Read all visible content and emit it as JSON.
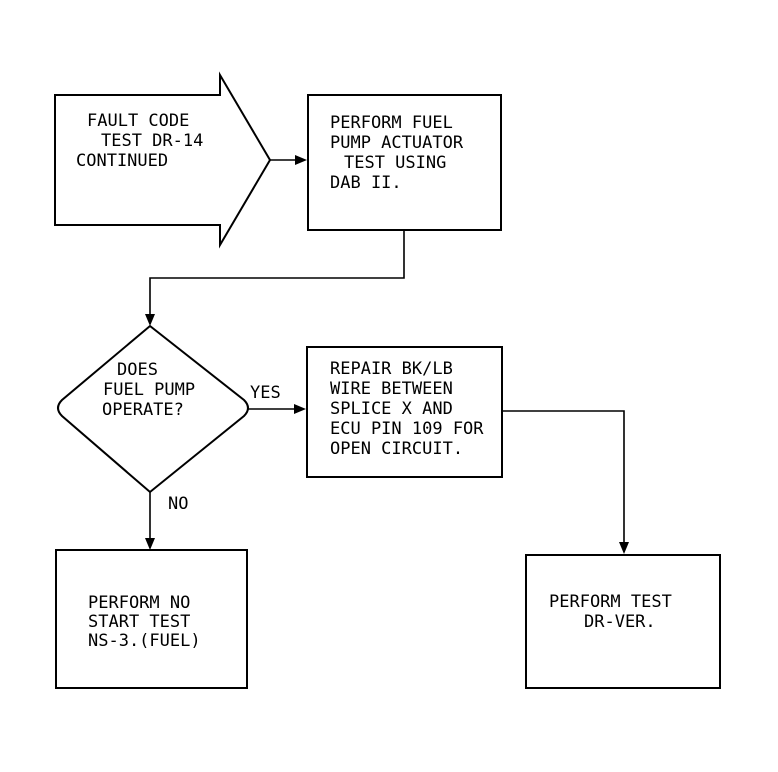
{
  "flowchart": {
    "entry": {
      "lines": [
        "FAULT CODE",
        "TEST DR-14",
        "CONTINUED"
      ]
    },
    "step_actuator": {
      "lines": [
        "PERFORM FUEL",
        "PUMP ACTUATOR",
        "TEST USING",
        "DAB II."
      ]
    },
    "decision": {
      "lines": [
        "DOES",
        "FUEL PUMP",
        "OPERATE?"
      ]
    },
    "yes_label": "YES",
    "no_label": "NO",
    "step_repair": {
      "lines": [
        "REPAIR BK/LB",
        "WIRE BETWEEN",
        "SPLICE X AND",
        "ECU PIN 109 FOR",
        "OPEN CIRCUIT."
      ]
    },
    "step_no_start": {
      "lines": [
        "PERFORM NO",
        "START TEST",
        "NS-3.(FUEL)"
      ]
    },
    "step_verify": {
      "lines": [
        "PERFORM TEST",
        "DR-VER."
      ]
    }
  }
}
